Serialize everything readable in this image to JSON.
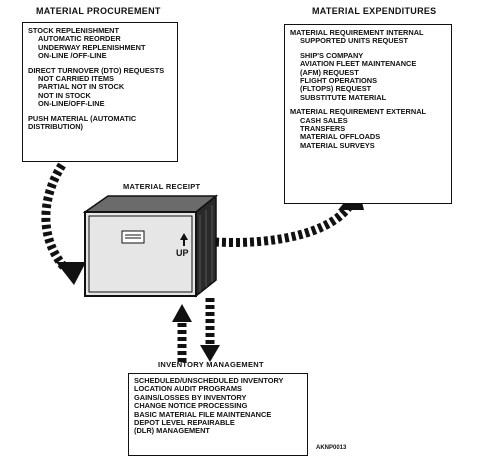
{
  "procurement": {
    "title": "MATERIAL PROCUREMENT",
    "lines": [
      {
        "text": "STOCK REPLENISHMENT",
        "indent": false,
        "gap": false
      },
      {
        "text": "AUTOMATIC REORDER",
        "indent": true,
        "gap": false
      },
      {
        "text": "UNDERWAY REPLENISHMENT",
        "indent": true,
        "gap": false
      },
      {
        "text": "ON-LINE /OFF-LINE",
        "indent": true,
        "gap": false
      },
      {
        "text": "DIRECT TURNOVER (DTO) REQUESTS",
        "indent": false,
        "gap": true
      },
      {
        "text": "NOT CARRIED ITEMS",
        "indent": true,
        "gap": false
      },
      {
        "text": "PARTIAL NOT IN STOCK",
        "indent": true,
        "gap": false
      },
      {
        "text": "NOT IN STOCK",
        "indent": true,
        "gap": false
      },
      {
        "text": "ON-LINE/OFF-LINE",
        "indent": true,
        "gap": false
      },
      {
        "text": "PUSH MATERIAL (AUTOMATIC",
        "indent": false,
        "gap": true
      },
      {
        "text": "DISTRIBUTION)",
        "indent": false,
        "gap": false
      }
    ]
  },
  "expenditures": {
    "title": "MATERIAL EXPENDITURES",
    "lines": [
      {
        "text": "MATERIAL REQUIREMENT INTERNAL",
        "indent": false,
        "gap": false
      },
      {
        "text": "SUPPORTED UNITS REQUEST",
        "indent": true,
        "gap": false
      },
      {
        "text": "SHIP'S COMPANY",
        "indent": true,
        "gap": true
      },
      {
        "text": "AVIATION FLEET MAINTENANCE",
        "indent": true,
        "gap": false
      },
      {
        "text": "(AFM) REQUEST",
        "indent": true,
        "gap": false
      },
      {
        "text": "FLIGHT OPERATIONS",
        "indent": true,
        "gap": false
      },
      {
        "text": "(FLTOPS) REQUEST",
        "indent": true,
        "gap": false
      },
      {
        "text": "SUBSTITUTE MATERIAL",
        "indent": true,
        "gap": false
      },
      {
        "text": "MATERIAL REQUIREMENT EXTERNAL",
        "indent": false,
        "gap": true
      },
      {
        "text": "CASH SALES",
        "indent": true,
        "gap": false
      },
      {
        "text": "TRANSFERS",
        "indent": true,
        "gap": false
      },
      {
        "text": "MATERIAL OFFLOADS",
        "indent": true,
        "gap": false
      },
      {
        "text": "MATERIAL SURVEYS",
        "indent": true,
        "gap": false
      }
    ]
  },
  "receipt": {
    "title": "MATERIAL RECEIPT",
    "crate_label": "UP"
  },
  "inventory": {
    "title": "INVENTORY MANAGEMENT",
    "lines": [
      {
        "text": "SCHEDULED/UNSCHEDULED INVENTORY",
        "indent": false,
        "gap": false
      },
      {
        "text": "LOCATION AUDIT PROGRAMS",
        "indent": false,
        "gap": false
      },
      {
        "text": "GAINS/LOSSES BY INVENTORY",
        "indent": false,
        "gap": false
      },
      {
        "text": "CHANGE NOTICE PROCESSING",
        "indent": false,
        "gap": false
      },
      {
        "text": "BASIC MATERIAL FILE MAINTENANCE",
        "indent": false,
        "gap": false
      },
      {
        "text": "DEPOT LEVEL REPAIRABLE",
        "indent": false,
        "gap": false
      },
      {
        "text": "(DLR) MANAGEMENT",
        "indent": false,
        "gap": false
      }
    ]
  },
  "figure_code": "AKNP0013"
}
